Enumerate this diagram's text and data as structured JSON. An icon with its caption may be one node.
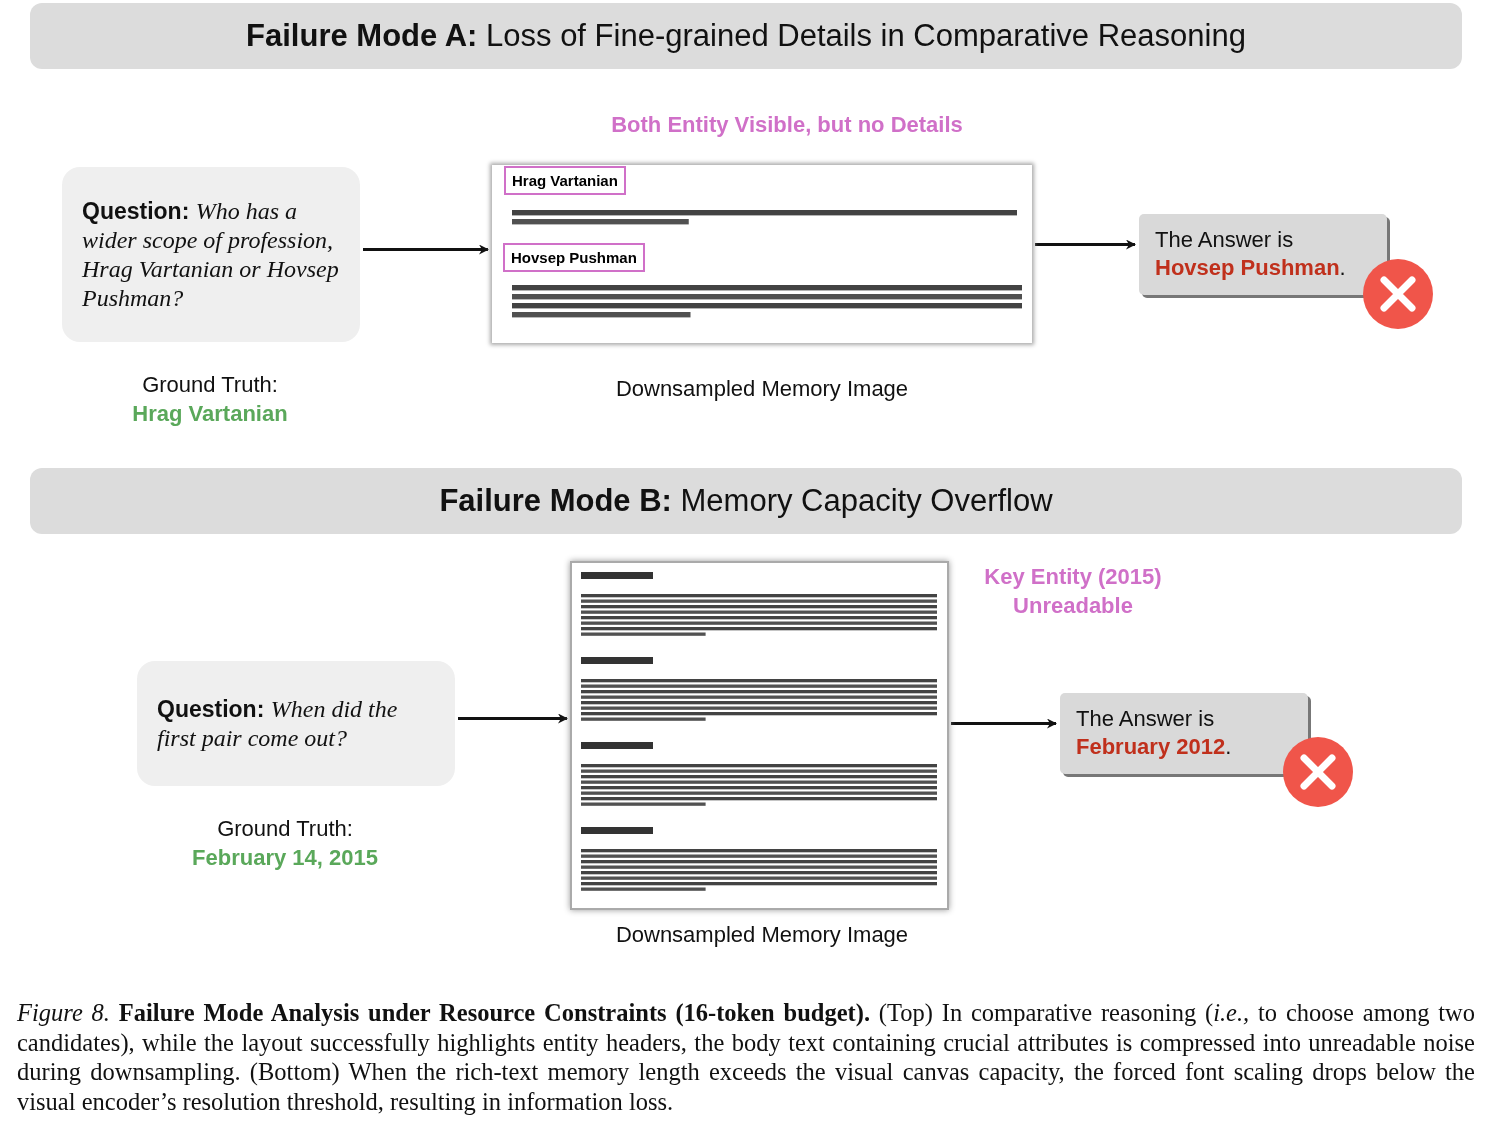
{
  "diagram": {
    "nodes": [
      {
        "text": [
          "**Question:** *Who has a wider scope of profession, Hrag Vartanian or Hovsep Pushman?*"
        ],
        "beside": [
          "Ground Truth:",
          "Hrag Vartanian"
        ]
      },
      {
        "text": [
          "Hrag Vartanian",
          "Hovsep Pushman"
        ],
        "beside": [
          "Both Entity Visible, but no Details",
          "Downsampled Memory Image"
        ]
      },
      {
        "text": [
          "The Answer is **Hovsep Pushman**."
        ]
      },
      {
        "text": [
          "**Question:** *When did the first pair come out?*"
        ],
        "beside": [
          "Ground Truth:",
          "February 14, 2015"
        ]
      },
      {
        "text": [],
        "shape": "picture",
        "beside": [
          "Key Entity (2015) Unreadable",
          "Downsampled Memory Image"
        ]
      },
      {
        "text": [
          "The Answer is **February 2012**."
        ]
      }
    ],
    "edges": [
      {
        "from": 0,
        "to": 1,
        "arrow": "to"
      },
      {
        "from": 1,
        "to": 2,
        "arrow": "to"
      },
      {
        "from": 3,
        "to": 4,
        "arrow": "to"
      },
      {
        "from": 4,
        "to": 5,
        "arrow": "to"
      }
    ],
    "labels": [
      "**Failure Mode A:** Loss of Fine-grained Details in Comparative Reasoning",
      "**Failure Mode B:** Memory Capacity Overflow"
    ],
    "caption": "*Figure 8.* **Failure Mode Analysis under Resource Constraints (16-token budget).** (Top) In comparative reasoning (*i.e.,* to choose among two candidates), while the layout successfully highlights entity headers, the body text containing crucial attributes is compressed into unreadable noise during downsampling. (Bottom) When the rich-text memory length exceeds the visual canvas capacity, the forced font scaling drops below the visual encoder’s resolution threshold, resulting in information loss."
  }
}
